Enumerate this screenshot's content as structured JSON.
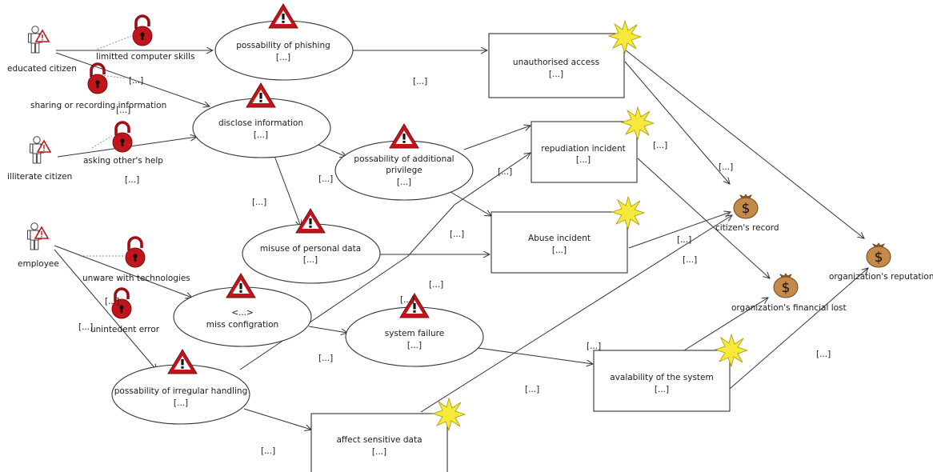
{
  "actors": {
    "educated": "educated citizen",
    "illiterate": "illiterate citizen",
    "employee": "employee"
  },
  "vulnerabilities": {
    "computer_skills": "limitted computer skills",
    "sharing": "sharing or recording information",
    "asking": "asking other's help",
    "unaware": "unware with technologies",
    "unintended": "unintedent error"
  },
  "threats": {
    "phishing": {
      "title": "possability of phishing",
      "detail": "[...]"
    },
    "disclose": {
      "title": "disclose information",
      "detail": "[...]"
    },
    "privilege": {
      "title1": "possability of additional",
      "title2": "privilege",
      "detail": "[...]"
    },
    "misuse": {
      "title": "misuse of personal data",
      "detail": "[...]"
    },
    "misconfig": {
      "top": "<...>",
      "title": "miss configration"
    },
    "system_failure": {
      "title": "system failure",
      "detail": "[...]"
    },
    "irregular": {
      "title": "possability of irregular handling",
      "detail": "[...]"
    }
  },
  "incidents": {
    "unauth": {
      "title": "unauthorised access",
      "detail": "[...]"
    },
    "repudiation": {
      "title": "repudiation incident",
      "detail": "[...]"
    },
    "abuse": {
      "title": "Abuse incident",
      "detail": "[...]"
    },
    "availability": {
      "title": "avalability of the system",
      "detail": "[...]"
    },
    "sensitive": {
      "title": "affect sensitive data",
      "detail": "[...]"
    }
  },
  "assets": {
    "citizen_record": "citizen's record",
    "financial": "organization's financial lost",
    "reputation": "organization's reputation",
    "symbol": "$"
  },
  "edge_labels": [
    "[...]",
    "[...]",
    "[...]",
    "[...]",
    "[...]",
    "[...]",
    "[...]",
    "[...]",
    "[...]",
    "[...]",
    "[...]",
    "[...]",
    "[...]",
    "[...]",
    "[...]",
    "[...]",
    "[...]",
    "[...]",
    "[...]",
    "[...]",
    "[...]"
  ],
  "icons": {
    "actor": "person-icon",
    "vulnerability": "open-padlock-icon",
    "threat": "warning-triangle-icon",
    "incident": "explosion-star-icon",
    "asset": "money-bag-icon"
  },
  "colors": {
    "warning": "#c0151b",
    "padlock": "#c0151b",
    "star": "#f6e93a",
    "moneybag": "#c48a4a"
  }
}
